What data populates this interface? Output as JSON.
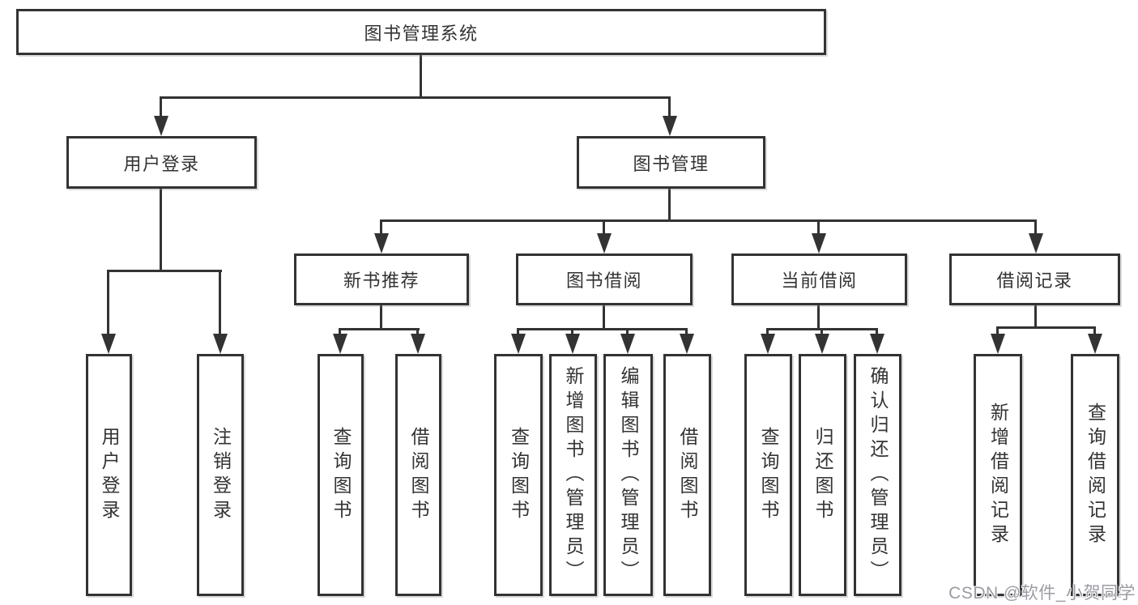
{
  "diagram": {
    "root": {
      "label": "图书管理系统",
      "children": [
        {
          "label": "用户登录",
          "children": [
            {
              "label": "用户登录"
            },
            {
              "label": "注销登录"
            }
          ]
        },
        {
          "label": "图书管理",
          "children": [
            {
              "label": "新书推荐",
              "children": [
                {
                  "label": "查询图书"
                },
                {
                  "label": "借阅图书"
                }
              ]
            },
            {
              "label": "图书借阅",
              "children": [
                {
                  "label": "查询图书"
                },
                {
                  "label": "新增图书（管理员）"
                },
                {
                  "label": "编辑图书（管理员）"
                },
                {
                  "label": "借阅图书"
                }
              ]
            },
            {
              "label": "当前借阅",
              "children": [
                {
                  "label": "查询图书"
                },
                {
                  "label": "归还图书"
                },
                {
                  "label": "确认归还（管理员）"
                }
              ]
            },
            {
              "label": "借阅记录",
              "children": [
                {
                  "label": "新增借阅记录"
                },
                {
                  "label": "查询借阅记录"
                }
              ]
            }
          ]
        }
      ]
    }
  },
  "watermark": {
    "text": "CSDN @软件_小贺同学"
  },
  "colors": {
    "line": "#333333",
    "box_border": "#333333",
    "text": "#333333",
    "background": "#ffffff",
    "watermark": "#9b9ba3"
  }
}
